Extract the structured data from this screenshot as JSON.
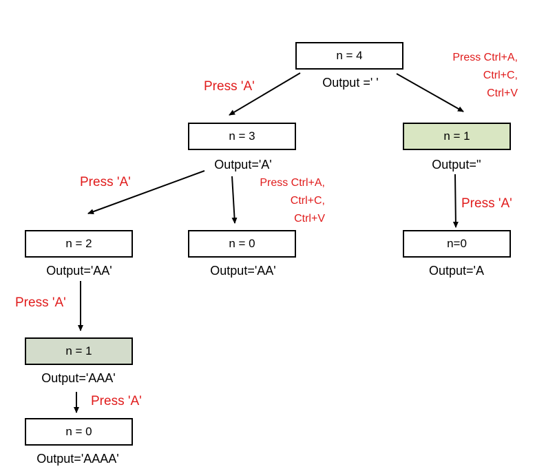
{
  "nodes": {
    "root": {
      "label": "n = 4",
      "output": "Output =' '"
    },
    "n3": {
      "label": "n = 3",
      "output": "Output='A'"
    },
    "n1_right": {
      "label": "n = 1",
      "output": "Output=''"
    },
    "n2": {
      "label": "n = 2",
      "output": "Output='AA'"
    },
    "n0_mid": {
      "label": "n = 0",
      "output": "Output='AA'"
    },
    "n0_right": {
      "label": "n=0",
      "output": "Output='A"
    },
    "n1_left": {
      "label": "n = 1",
      "output": "Output='AAA'"
    },
    "n0_bottom": {
      "label": "n = 0",
      "output": "Output='AAAA'"
    }
  },
  "edge_labels": {
    "press_a_root_left": "Press 'A'",
    "ctrl_root_right": [
      "Press Ctrl+A,",
      "Ctrl+C,",
      "Ctrl+V"
    ],
    "press_a_n3_left": "Press 'A'",
    "ctrl_n3_mid": [
      "Press Ctrl+A,",
      "Ctrl+C,",
      "Ctrl+V"
    ],
    "press_a_right_down": "Press 'A'",
    "press_a_n2_down": "Press 'A'",
    "press_a_n1_down": "Press 'A'"
  },
  "colors": {
    "label_red": "#e01b1b",
    "highlight_green": "#d9e6c2",
    "highlight_grey_green": "#d3dccb"
  }
}
